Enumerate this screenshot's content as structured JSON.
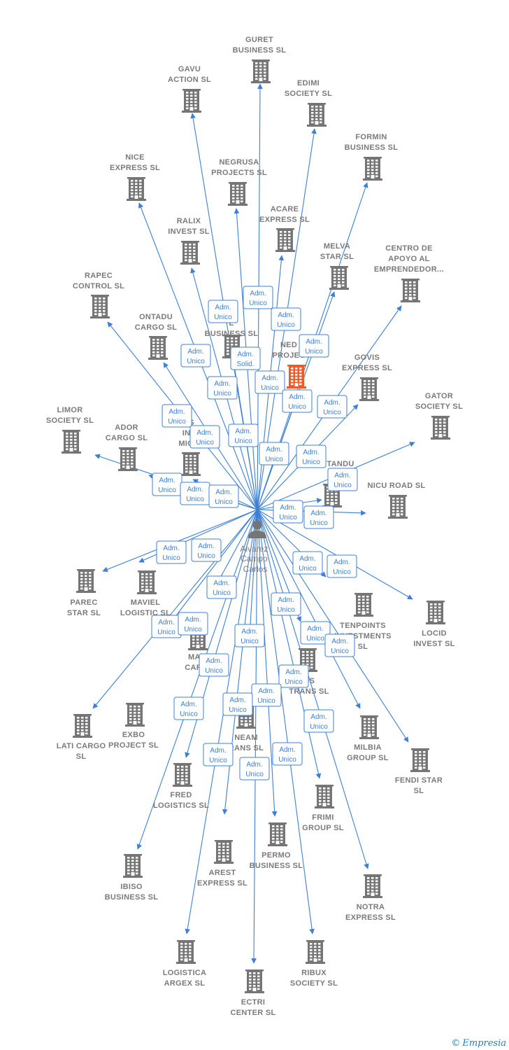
{
  "center": {
    "name_lines": [
      "Alvarez",
      "Campo",
      "Carlos"
    ],
    "icon": "person-icon"
  },
  "highlight_color": "#f05a28",
  "edge_color": "#3d80d6",
  "building_color": "#757575",
  "companies": [
    {
      "id": "guret",
      "lines": [
        "GURET",
        "BUSINESS  SL"
      ],
      "role": "Adm. Unico"
    },
    {
      "id": "gavu",
      "lines": [
        "GAVU",
        "ACTION  SL"
      ],
      "role": "Adm. Unico"
    },
    {
      "id": "edimi",
      "lines": [
        "EDIMI",
        "SOCIETY  SL"
      ],
      "role": "Adm. Unico"
    },
    {
      "id": "formin",
      "lines": [
        "FORMIN",
        "BUSINESS  SL"
      ],
      "role": "Adm. Unico"
    },
    {
      "id": "nice",
      "lines": [
        "NICE",
        "EXPRESS  SL"
      ],
      "role": "Adm. Unico"
    },
    {
      "id": "negrusa",
      "lines": [
        "NEGRUSA",
        "PROJECTS  SL"
      ],
      "role": "Adm. Solid."
    },
    {
      "id": "acare",
      "lines": [
        "ACARE",
        "EXPRESS  SL"
      ],
      "role": "Adm. Unico"
    },
    {
      "id": "ralix",
      "lines": [
        "RALIX",
        "INVEST  SL"
      ],
      "role": "Adm. Unico"
    },
    {
      "id": "melva",
      "lines": [
        "MELVA",
        "STAR  SL"
      ],
      "role": "Adm. Unico"
    },
    {
      "id": "centro",
      "lines": [
        "CENTRO DE",
        "APOYO AL",
        "EMPRENDEDOR..."
      ],
      "role": "Adm. Unico"
    },
    {
      "id": "rapec",
      "lines": [
        "RAPEC",
        "CONTROL  SL"
      ],
      "role": "Adm. Unico"
    },
    {
      "id": "ontadu",
      "lines": [
        "ONTADU",
        "CARGO  SL"
      ],
      "role": "Adm. Unico"
    },
    {
      "id": "sl_business",
      "lines": [
        "L",
        "BUSINESS  SL"
      ],
      "role": "Adm. Unico"
    },
    {
      "id": "ned",
      "lines": [
        "NED",
        "PROJEC"
      ],
      "role": "Adm. Unico",
      "highlight": true
    },
    {
      "id": "govis",
      "lines": [
        "GOVIS",
        "EXPRESS  SL"
      ],
      "role": "Adm. Unico"
    },
    {
      "id": "gator",
      "lines": [
        "GATOR",
        "SOCIETY  SL"
      ],
      "role": "Adm. Unico"
    },
    {
      "id": "limor",
      "lines": [
        "LIMOR",
        "SOCIETY  SL"
      ],
      "role": "Adm. Unico"
    },
    {
      "id": "ador",
      "lines": [
        "ADOR",
        "CARGO  SL"
      ],
      "role": "Adm. Unico"
    },
    {
      "id": "mich",
      "lines": [
        "NS",
        "INT",
        "MICH"
      ],
      "role": "Adm. Unico"
    },
    {
      "id": "tandu",
      "lines": [
        "TANDU"
      ],
      "role": "Adm. Unico"
    },
    {
      "id": "nicu",
      "lines": [
        "NICU ROAD  SL"
      ],
      "role": "Adm. Unico"
    },
    {
      "id": "parec",
      "lines": [
        "PAREC",
        "STAR  SL"
      ],
      "role": "Adm. Unico"
    },
    {
      "id": "maviel",
      "lines": [
        "MAVIEL",
        "LOGISTIC  SL"
      ],
      "role": "Adm. Unico"
    },
    {
      "id": "tenpoints",
      "lines": [
        "TENPOINTS",
        "INVESTMENTS",
        "SL"
      ],
      "role": "Adm. Unico"
    },
    {
      "id": "locid",
      "lines": [
        "LOCID",
        "INVEST  SL"
      ],
      "role": "Adm. Unico"
    },
    {
      "id": "mat_cargo",
      "lines": [
        "MAT",
        "CARG"
      ],
      "role": "Adm. Unico"
    },
    {
      "id": "os_trans",
      "lines": [
        "OS",
        "TRANS  SL"
      ],
      "role": "Adm. Unico"
    },
    {
      "id": "lati",
      "lines": [
        "LATI CARGO",
        "SL"
      ],
      "role": "Adm. Unico"
    },
    {
      "id": "exbo",
      "lines": [
        "EXBO",
        "PROJECT  SL"
      ],
      "role": "Adm. Unico"
    },
    {
      "id": "neam",
      "lines": [
        "NEAM",
        "RANS  SL"
      ],
      "role": "Adm. Unico"
    },
    {
      "id": "milbia",
      "lines": [
        "MILBIA",
        "GROUP  SL"
      ],
      "role": "Adm. Unico"
    },
    {
      "id": "fendi",
      "lines": [
        "FENDI STAR",
        "SL"
      ],
      "role": "Adm. Unico"
    },
    {
      "id": "fred",
      "lines": [
        "FRED",
        "LOGISTICS  SL"
      ],
      "role": "Adm. Unico"
    },
    {
      "id": "frimi",
      "lines": [
        "FRIMI",
        "GROUP  SL"
      ],
      "role": "Adm. Unico"
    },
    {
      "id": "permo",
      "lines": [
        "PERMO",
        "BUSINESS  SL"
      ],
      "role": "Adm. Unico"
    },
    {
      "id": "arest",
      "lines": [
        "AREST",
        "EXPRESS  SL"
      ],
      "role": "Adm. Unico"
    },
    {
      "id": "ibiso",
      "lines": [
        "IBISO",
        "BUSINESS  SL"
      ],
      "role": "Adm. Unico"
    },
    {
      "id": "notra",
      "lines": [
        "NOTRA",
        "EXPRESS  SL"
      ],
      "role": "Adm. Unico"
    },
    {
      "id": "logistica",
      "lines": [
        "LOGISTICA",
        "ARGEX  SL"
      ],
      "role": "Adm. Unico"
    },
    {
      "id": "ectri",
      "lines": [
        "ECTRI",
        "CENTER  SL"
      ],
      "role": "Adm. Unico"
    },
    {
      "id": "ribux",
      "lines": [
        "RIBUX",
        "SOCIETY  SL"
      ],
      "role": "Adm. Unico"
    }
  ],
  "watermark": {
    "copyright": "©",
    "brand": "Empresia"
  }
}
